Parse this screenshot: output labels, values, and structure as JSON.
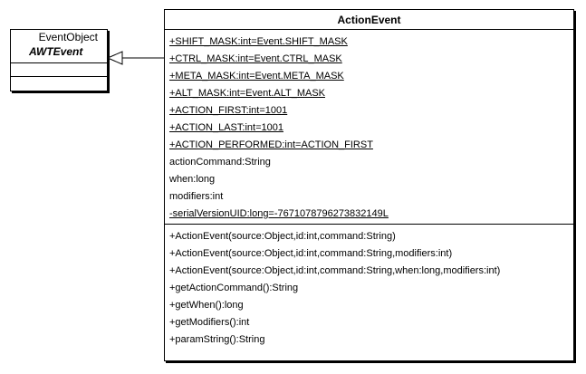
{
  "superclass": {
    "stereotype": "EventObject",
    "name": "AWTEvent"
  },
  "class": {
    "name": "ActionEvent",
    "attributes": [
      {
        "text": "+SHIFT_MASK:int=Event.SHIFT_MASK",
        "static": true
      },
      {
        "text": "+CTRL_MASK:int=Event.CTRL_MASK",
        "static": true
      },
      {
        "text": "+META_MASK:int=Event.META_MASK",
        "static": true
      },
      {
        "text": "+ALT_MASK:int=Event.ALT_MASK",
        "static": true
      },
      {
        "text": "+ACTION_FIRST:int=1001",
        "static": true
      },
      {
        "text": "+ACTION_LAST:int=1001",
        "static": true
      },
      {
        "text": "+ACTION_PERFORMED:int=ACTION_FIRST",
        "static": true
      },
      {
        "text": "actionCommand:String",
        "static": false
      },
      {
        "text": "when:long",
        "static": false
      },
      {
        "text": "modifiers:int",
        "static": false
      },
      {
        "text": "-serialVersionUID:long=-7671078796273832149L",
        "static": true
      }
    ],
    "operations": [
      "+ActionEvent(source:Object,id:int,command:String)",
      "+ActionEvent(source:Object,id:int,command:String,modifiers:int)",
      "+ActionEvent(source:Object,id:int,command:String,when:long,modifiers:int)",
      "+getActionCommand():String",
      "+getWhen():long",
      "+getModifiers():int",
      "+paramString():String"
    ]
  },
  "relation": {
    "type": "generalization"
  }
}
